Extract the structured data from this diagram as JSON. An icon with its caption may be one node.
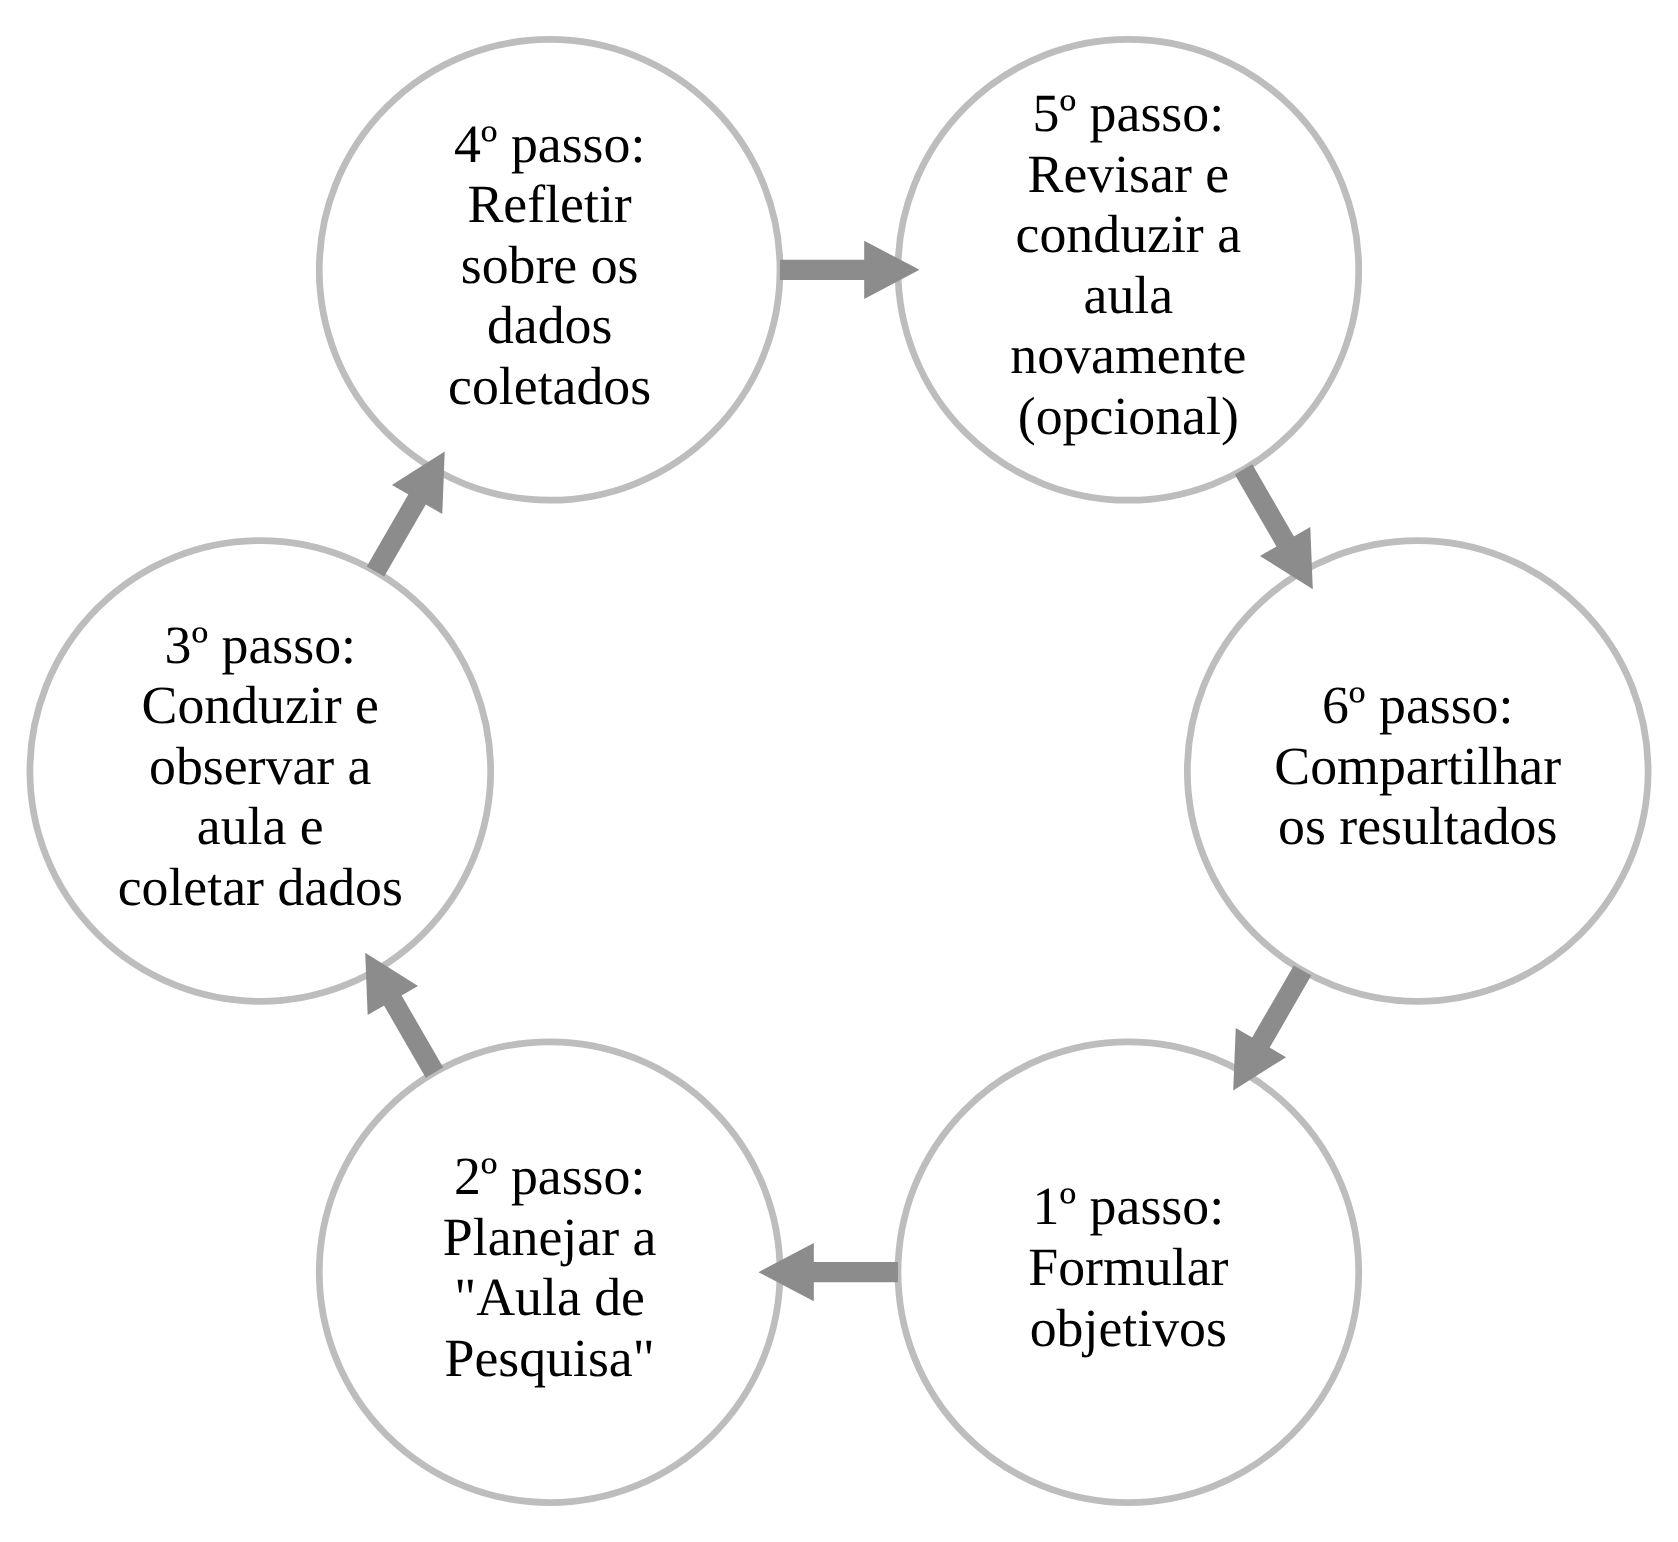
{
  "diagram": {
    "nodes": [
      {
        "text": [
          "1º passo:",
          "Formular objetivos"
        ]
      },
      {
        "text": [
          "2º passo:",
          "Planejar a \"Aula de Pesquisa\""
        ]
      },
      {
        "text": [
          "3º passo:",
          "Conduzir e observar a aula e coletar dados"
        ]
      },
      {
        "text": [
          "4º passo:",
          "Refletir sobre os dados coletados"
        ]
      },
      {
        "text": [
          "5º passo:",
          "Revisar e conduzir a aula novamente (opcional)"
        ]
      },
      {
        "text": [
          "6º passo:",
          "Compartilhar os resultados"
        ]
      }
    ],
    "edges": [
      {
        "from": 0,
        "to": 1,
        "arrow": "to"
      },
      {
        "from": 1,
        "to": 2,
        "arrow": "to"
      },
      {
        "from": 2,
        "to": 3,
        "arrow": "to"
      },
      {
        "from": 3,
        "to": 4,
        "arrow": "to"
      },
      {
        "from": 4,
        "to": 5,
        "arrow": "to"
      },
      {
        "from": 5,
        "to": 0,
        "arrow": "to"
      }
    ]
  }
}
